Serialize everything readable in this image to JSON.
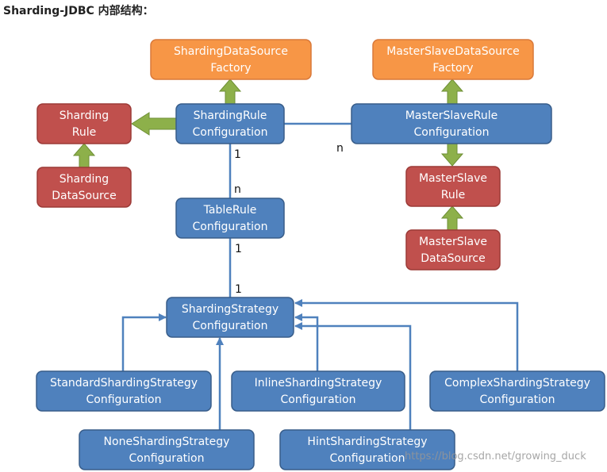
{
  "title": "Sharding-JDBC 内部结构：",
  "watermark": "https://blog.csdn.net/growing_duck",
  "colors": {
    "orange": "#f79646",
    "blue": "#4f81bd",
    "red": "#c0504d",
    "green": "#8db04a",
    "line": "#4f81bd"
  },
  "nodes": {
    "sharding_datasource_factory": [
      "ShardingDataSource",
      "Factory"
    ],
    "masterslave_datasource_factory": [
      "MasterSlaveDataSource",
      "Factory"
    ],
    "sharding_rule": [
      "Sharding",
      "Rule"
    ],
    "sharding_rule_configuration": [
      "ShardingRule",
      "Configuration"
    ],
    "masterslave_rule_configuration": [
      "MasterSlaveRule",
      "Configuration"
    ],
    "sharding_datasource": [
      "Sharding",
      "DataSource"
    ],
    "masterslave_rule": [
      "MasterSlave",
      "Rule"
    ],
    "table_rule_configuration": [
      "TableRule",
      "Configuration"
    ],
    "masterslave_datasource": [
      "MasterSlave",
      "DataSource"
    ],
    "sharding_strategy_configuration": [
      "ShardingStrategy",
      "Configuration"
    ],
    "standard_sharding_strategy_configuration": [
      "StandardShardingStrategy",
      "Configuration"
    ],
    "inline_sharding_strategy_configuration": [
      "InlineShardingStrategy",
      "Configuration"
    ],
    "complex_sharding_strategy_configuration": [
      "ComplexShardingStrategy",
      "Configuration"
    ],
    "none_sharding_strategy_configuration": [
      "NoneShardingStrategy",
      "Configuration"
    ],
    "hint_sharding_strategy_configuration": [
      "HintShardingStrategy",
      "Configuration"
    ]
  },
  "multiplicity": {
    "rule_to_masterslave_n": "n",
    "rule_to_table_1": "1",
    "rule_to_table_n": "n",
    "table_to_strategy_top": "1",
    "table_to_strategy_bottom": "1"
  }
}
